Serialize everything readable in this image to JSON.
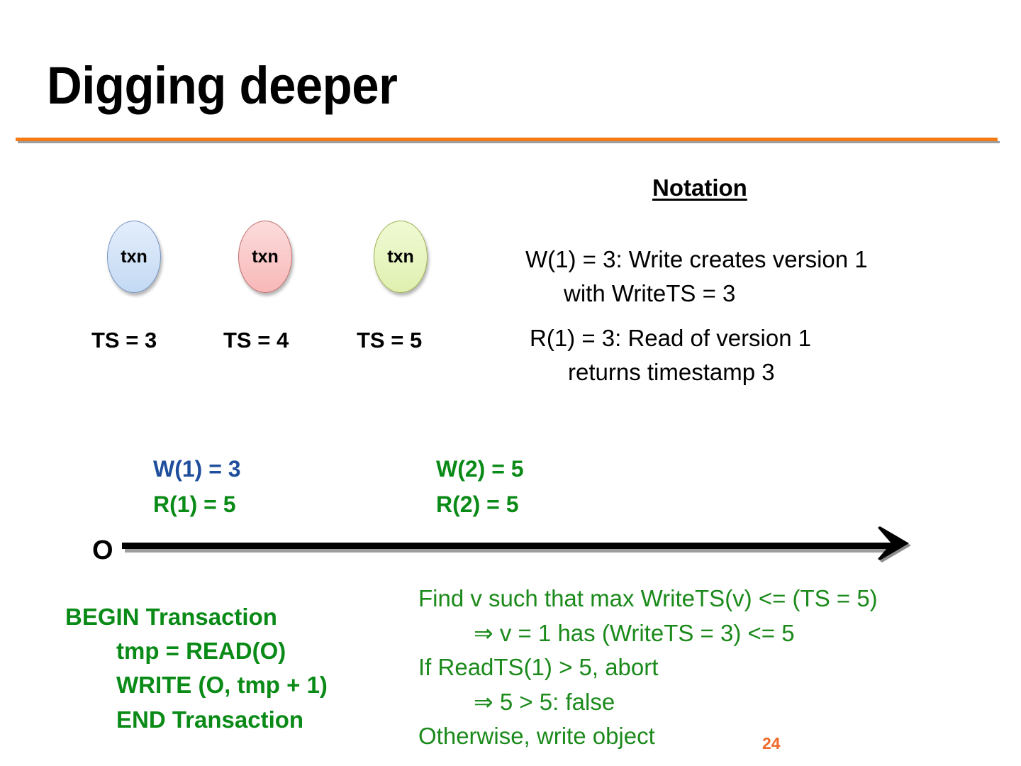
{
  "slide": {
    "title": "Digging deeper",
    "page_number": "24",
    "accent_color": "#F47B16",
    "rule_shadow_color": "#9d9d9d"
  },
  "transactions": {
    "items": [
      {
        "oval_label": "txn",
        "ts_label": "TS = 3",
        "color": "#c3d9f3",
        "color_name": "blue"
      },
      {
        "oval_label": "txn",
        "ts_label": "TS = 4",
        "color": "#f8b8b8",
        "color_name": "red"
      },
      {
        "oval_label": "txn",
        "ts_label": "TS = 5",
        "color": "#dff0b0",
        "color_name": "green"
      }
    ]
  },
  "notation": {
    "heading": "Notation",
    "entries": [
      {
        "line1": "W(1) = 3:   Write creates version 1",
        "line2": "with WriteTS = 3"
      },
      {
        "line1": "R(1) = 3:   Read of version 1",
        "line2": "returns timestamp 3"
      }
    ]
  },
  "timeline": {
    "origin_label": "O",
    "operations": [
      {
        "write": "W(1) = 3",
        "write_color": "#1F4E9C",
        "read": "R(1) = 5",
        "read_color": "#0A8A17"
      },
      {
        "write": "W(2) = 5",
        "write_color": "#0A8A17",
        "read": "R(2) = 5",
        "read_color": "#0A8A17"
      }
    ]
  },
  "pseudocode": {
    "color": "#0A8A17",
    "lines": [
      {
        "text": "BEGIN Transaction",
        "indent": false
      },
      {
        "text": "tmp = READ(O)",
        "indent": true
      },
      {
        "text": "WRITE (O, tmp + 1)",
        "indent": true
      },
      {
        "text": "END Transaction",
        "indent": true
      }
    ]
  },
  "reasoning": {
    "color": "#1B8A1B",
    "lines": [
      {
        "text": "Find v such that max WriteTS(v) <= (TS = 5)",
        "indent": false
      },
      {
        "text": "⇒ v = 1 has (WriteTS = 3) <= 5",
        "indent": true
      },
      {
        "text": "If ReadTS(1) > 5, abort",
        "indent": false
      },
      {
        "text": "⇒ 5 > 5:  false",
        "indent": true
      },
      {
        "text": "Otherwise, write object",
        "indent": false
      }
    ]
  }
}
